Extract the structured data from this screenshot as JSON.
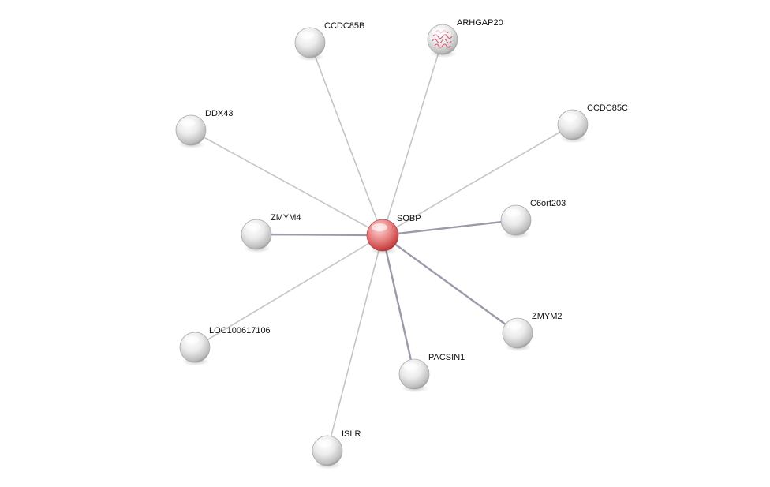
{
  "network": {
    "center": {
      "id": "SOBP",
      "label": "SOBP",
      "color": "#e06060",
      "role": "query"
    },
    "nodes": [
      {
        "id": "CCDC85B",
        "label": "CCDC85B",
        "color": "#d8d8d8",
        "has_structure": false
      },
      {
        "id": "ARHGAP20",
        "label": "ARHGAP20",
        "color": "#d8d8d8",
        "has_structure": true
      },
      {
        "id": "DDX43",
        "label": "DDX43",
        "color": "#d8d8d8",
        "has_structure": false
      },
      {
        "id": "CCDC85C",
        "label": "CCDC85C",
        "color": "#d8d8d8",
        "has_structure": false
      },
      {
        "id": "ZMYM4",
        "label": "ZMYM4",
        "color": "#d8d8d8",
        "has_structure": false
      },
      {
        "id": "C6orf203",
        "label": "C6orf203",
        "color": "#d8d8d8",
        "has_structure": false
      },
      {
        "id": "LOC100617106",
        "label": "LOC100617106",
        "color": "#d8d8d8",
        "has_structure": false
      },
      {
        "id": "ZMYM2",
        "label": "ZMYM2",
        "color": "#d8d8d8",
        "has_structure": false
      },
      {
        "id": "PACSIN1",
        "label": "PACSIN1",
        "color": "#d8d8d8",
        "has_structure": false
      },
      {
        "id": "ISLR",
        "label": "ISLR",
        "color": "#d8d8d8",
        "has_structure": false
      }
    ],
    "edges": [
      {
        "from": "SOBP",
        "to": "CCDC85B",
        "strength": "weak"
      },
      {
        "from": "SOBP",
        "to": "ARHGAP20",
        "strength": "weak"
      },
      {
        "from": "SOBP",
        "to": "DDX43",
        "strength": "weak"
      },
      {
        "from": "SOBP",
        "to": "CCDC85C",
        "strength": "weak"
      },
      {
        "from": "SOBP",
        "to": "ZMYM4",
        "strength": "strong"
      },
      {
        "from": "SOBP",
        "to": "C6orf203",
        "strength": "strong"
      },
      {
        "from": "SOBP",
        "to": "LOC100617106",
        "strength": "weak"
      },
      {
        "from": "SOBP",
        "to": "ZMYM2",
        "strength": "strong"
      },
      {
        "from": "SOBP",
        "to": "PACSIN1",
        "strength": "strong"
      },
      {
        "from": "SOBP",
        "to": "ISLR",
        "strength": "weak"
      }
    ],
    "edge_colors": {
      "weak": "#c4c4ca",
      "strong": "#9a9aaa"
    }
  }
}
